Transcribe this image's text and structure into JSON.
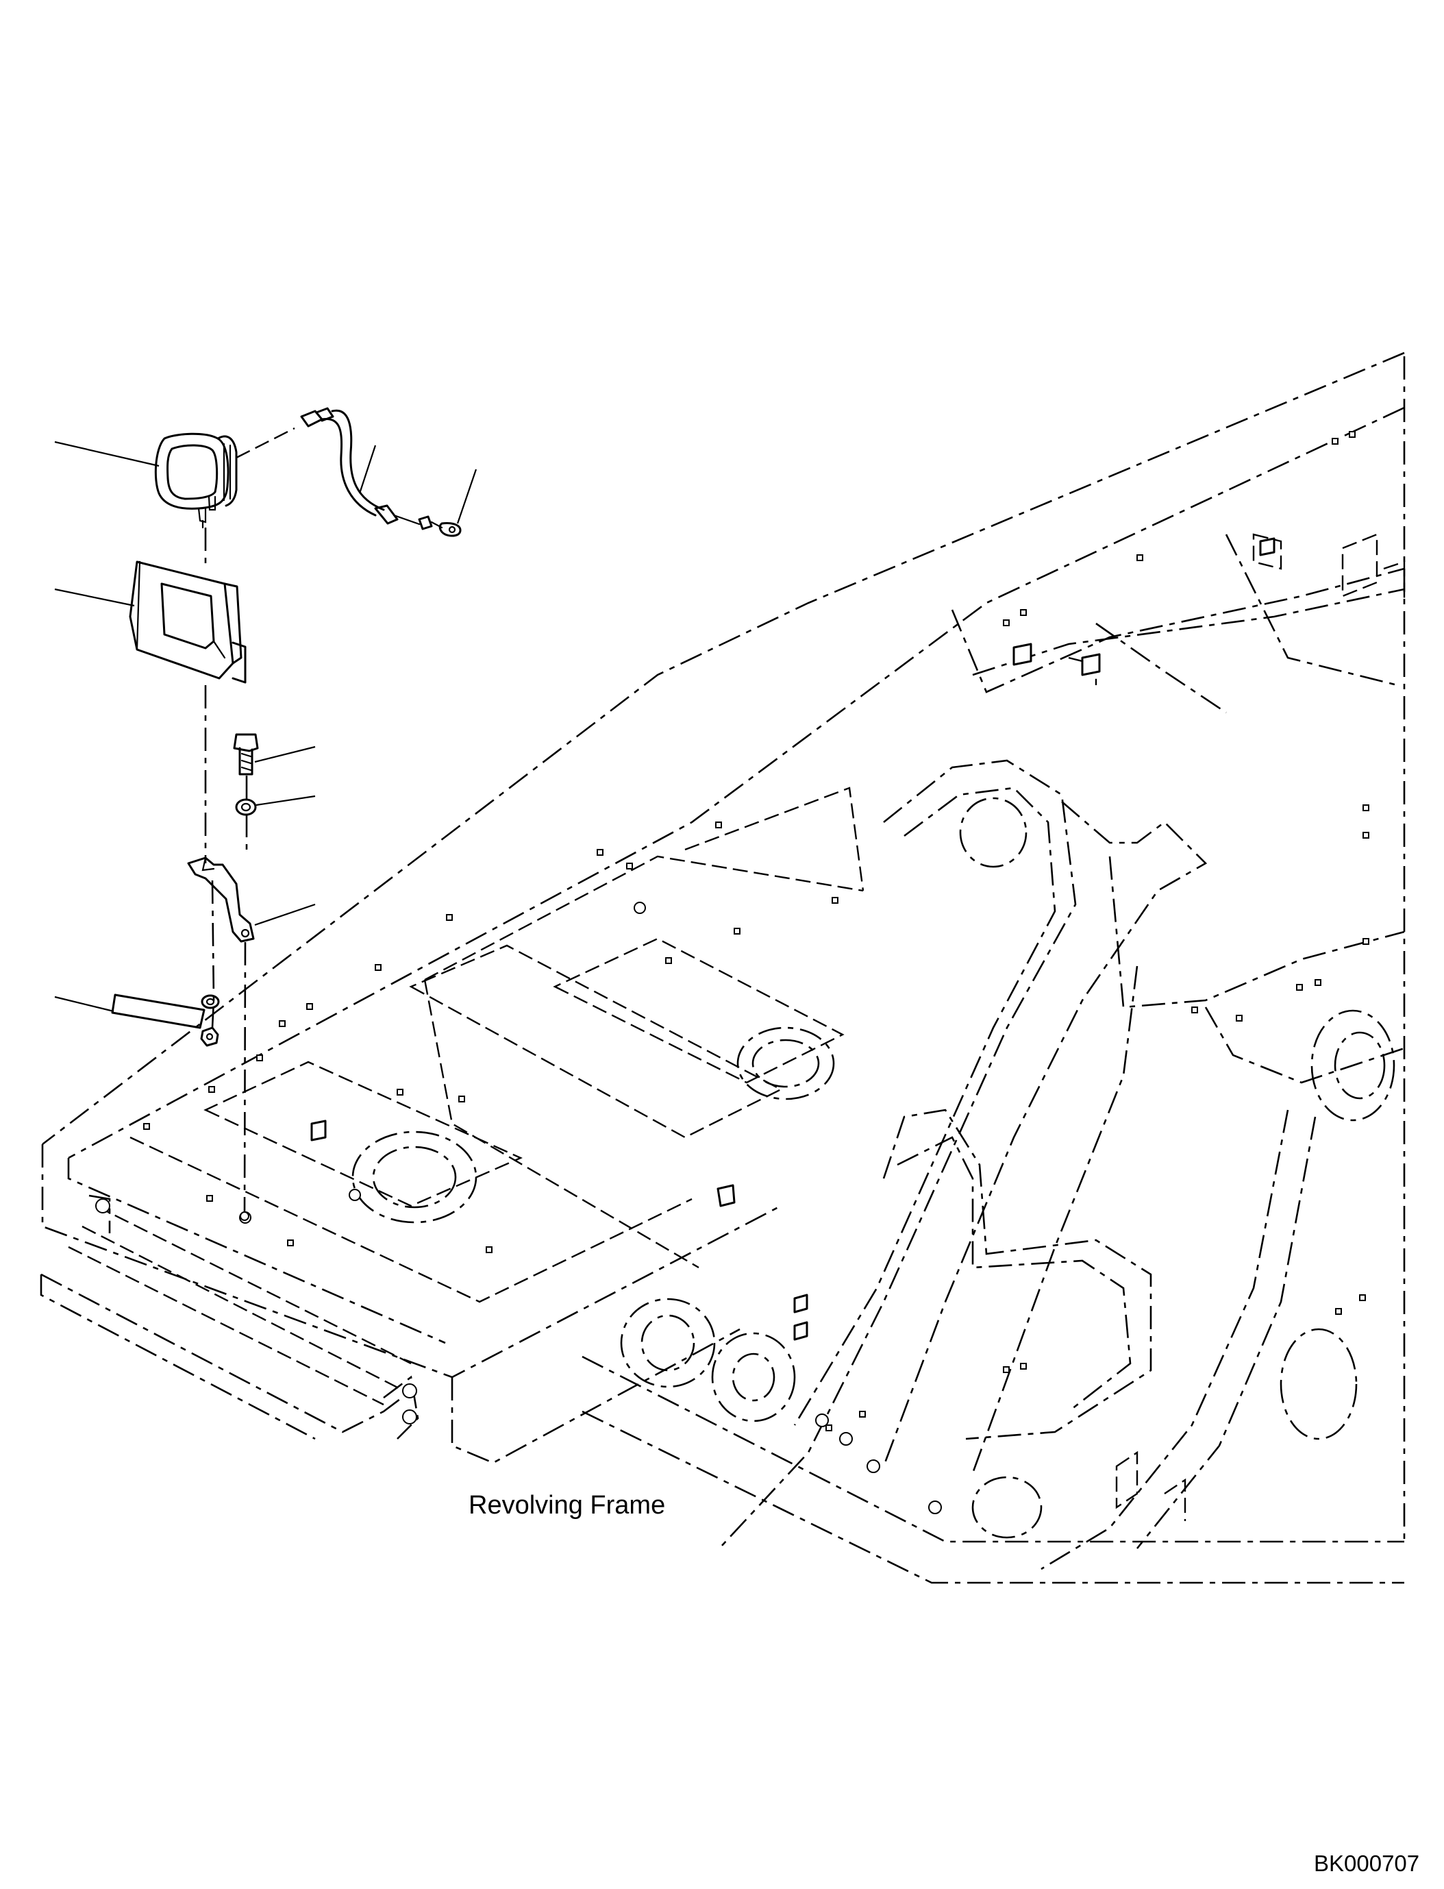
{
  "diagram": {
    "caption": "Revolving Frame",
    "drawing_id": "BK000707",
    "callouts": [
      {
        "part": "lamp"
      },
      {
        "part": "wiring-harness"
      },
      {
        "part": "ring-terminal"
      },
      {
        "part": "lamp-guard"
      },
      {
        "part": "bolt"
      },
      {
        "part": "washer"
      },
      {
        "part": "mounting-bracket"
      },
      {
        "part": "washer-and-nut"
      }
    ]
  }
}
